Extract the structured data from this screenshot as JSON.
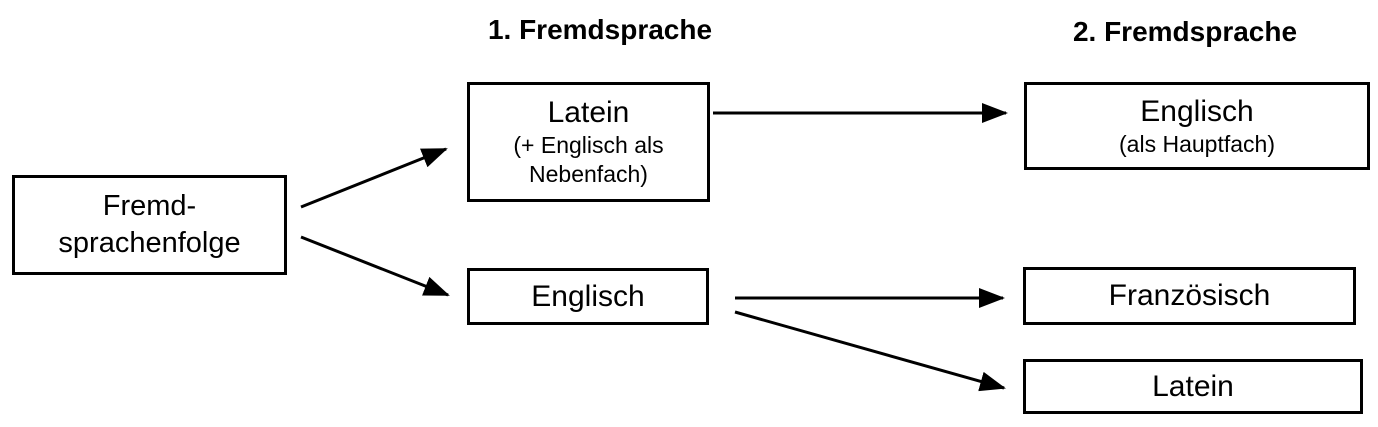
{
  "page": {
    "background_color": "#ffffff",
    "line_color": "#000000",
    "text_color": "#000000"
  },
  "headers": {
    "col1": "1. Fremdsprache",
    "col2": "2. Fremdsprache"
  },
  "nodes": {
    "root": {
      "line1": "Fremd-",
      "line2": "sprachenfolge"
    },
    "latein1": {
      "main": "Latein",
      "sub_line1": "(+ Englisch als",
      "sub_line2": "Nebenfach)"
    },
    "englisch1": {
      "main": "Englisch"
    },
    "englisch2": {
      "main": "Englisch",
      "sub_line1": "(als Hauptfach)"
    },
    "franzoesisch": {
      "main": "Französisch"
    },
    "latein2": {
      "main": "Latein"
    }
  },
  "edges": [
    {
      "from": "root",
      "to": "latein1"
    },
    {
      "from": "root",
      "to": "englisch1"
    },
    {
      "from": "latein1",
      "to": "englisch2"
    },
    {
      "from": "englisch1",
      "to": "franzoesisch"
    },
    {
      "from": "englisch1",
      "to": "latein2"
    }
  ]
}
